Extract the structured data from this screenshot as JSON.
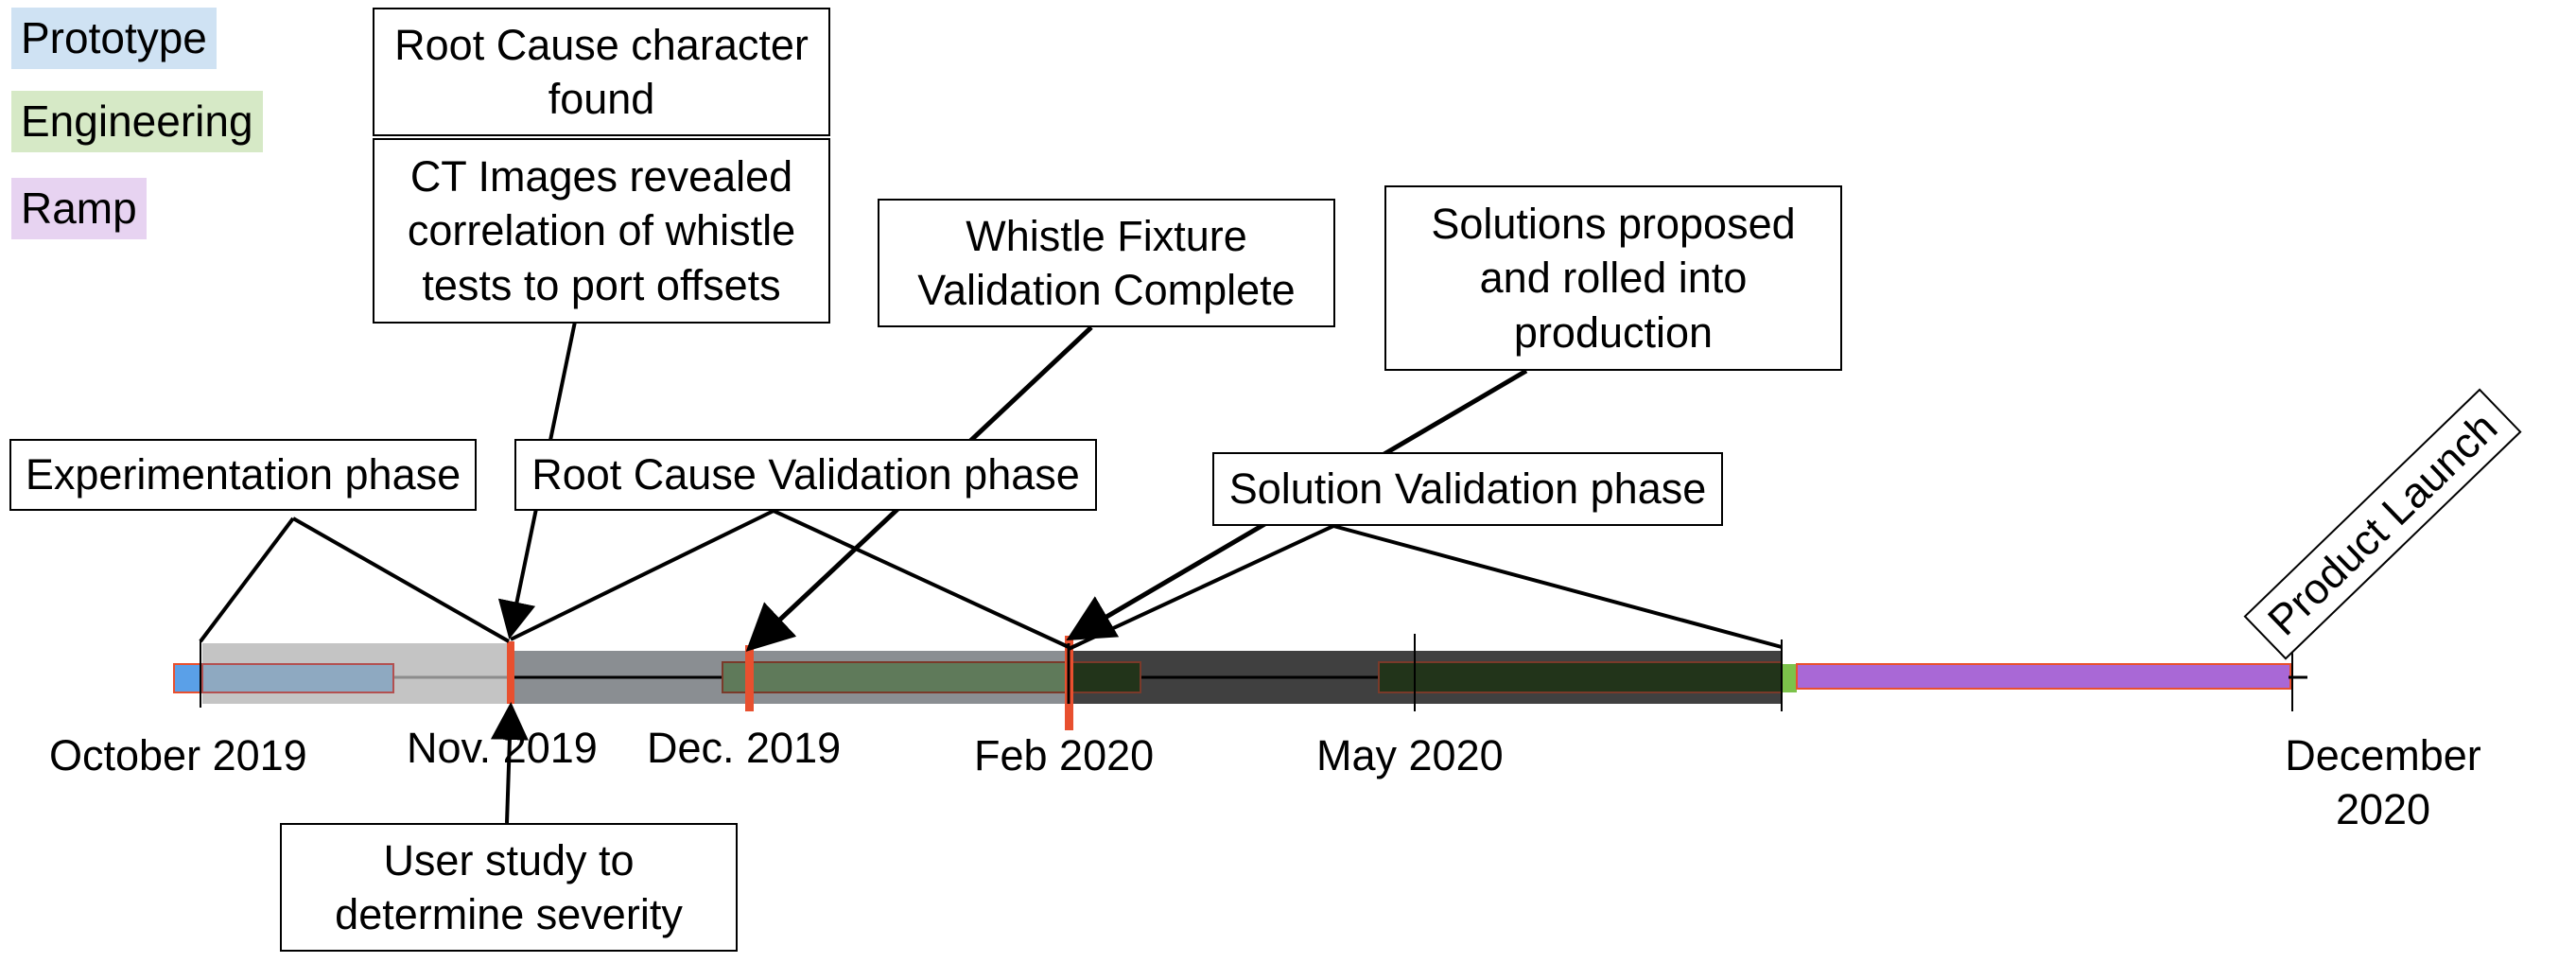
{
  "legend": [
    {
      "label": "Prototype",
      "color": "#cfe2f3"
    },
    {
      "label": "Engineering",
      "color": "#d6e9c6"
    },
    {
      "label": "Ramp",
      "color": "#e7d3f1"
    }
  ],
  "callouts": {
    "root_cause_found": "Root Cause character found",
    "ct_images": "CT Images revealed correlation of whistle tests to port offsets",
    "whistle_fixture": "Whistle Fixture Validation Complete",
    "solutions_proposed": "Solutions proposed and rolled into production",
    "experimentation_phase": "Experimentation phase",
    "root_cause_validation_phase": "Root Cause Validation phase",
    "solution_validation_phase": "Solution Validation phase",
    "user_study": "User study to determine severity",
    "product_launch": "Product Launch"
  },
  "ticks": {
    "oct_2019": "October 2019",
    "nov_2019": "Nov. 2019",
    "dec_2019": "Dec. 2019",
    "feb_2020": "Feb 2020",
    "may_2020": "May 2020",
    "dec_2020": "December 2020"
  },
  "colors": {
    "phase_light": "#c4c4c4",
    "phase_mid": "#8a8e92",
    "phase_dark": "#404040",
    "prototype_bar": "#8ea9c1",
    "engineering_bar": "#5f7a5a",
    "engineering_dark_bar": "#22341a",
    "ramp_bar": "#a968d6",
    "milestone": "#e8502f",
    "prototype_start": "#5aa0e8",
    "engineering_start": "#7cc24a"
  }
}
